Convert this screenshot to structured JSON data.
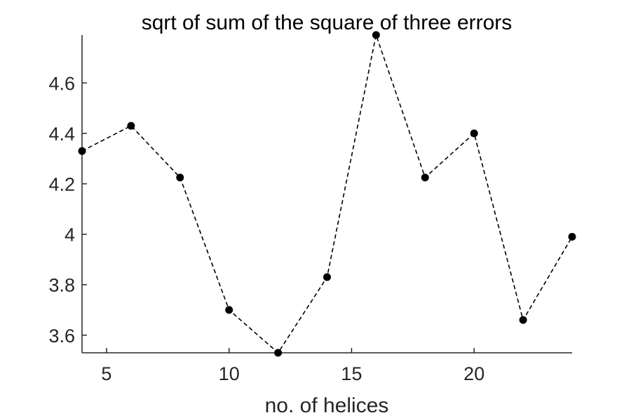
{
  "chart_data": {
    "type": "line",
    "title": "sqrt of sum of the square of three errors",
    "xlabel": "no. of helices",
    "ylabel": "",
    "xlim": [
      4,
      24
    ],
    "ylim": [
      3.53,
      4.79
    ],
    "xticks": [
      5,
      10,
      15,
      20
    ],
    "yticks": [
      3.6,
      3.8,
      4,
      4.2,
      4.4,
      4.6
    ],
    "xtick_labels": [
      "5",
      "10",
      "15",
      "20"
    ],
    "ytick_labels": [
      "3.6",
      "3.8",
      "4",
      "4.2",
      "4.4",
      "4.6"
    ],
    "grid": false,
    "line_style": "dashed",
    "marker": "filled-circle",
    "color": "#000000",
    "series": [
      {
        "x": [
          4,
          6,
          8,
          10,
          12,
          14,
          16,
          18,
          20,
          22,
          24
        ],
        "y": [
          4.33,
          4.43,
          4.225,
          3.7,
          3.53,
          3.83,
          4.79,
          4.225,
          4.4,
          3.66,
          3.99
        ]
      }
    ]
  }
}
